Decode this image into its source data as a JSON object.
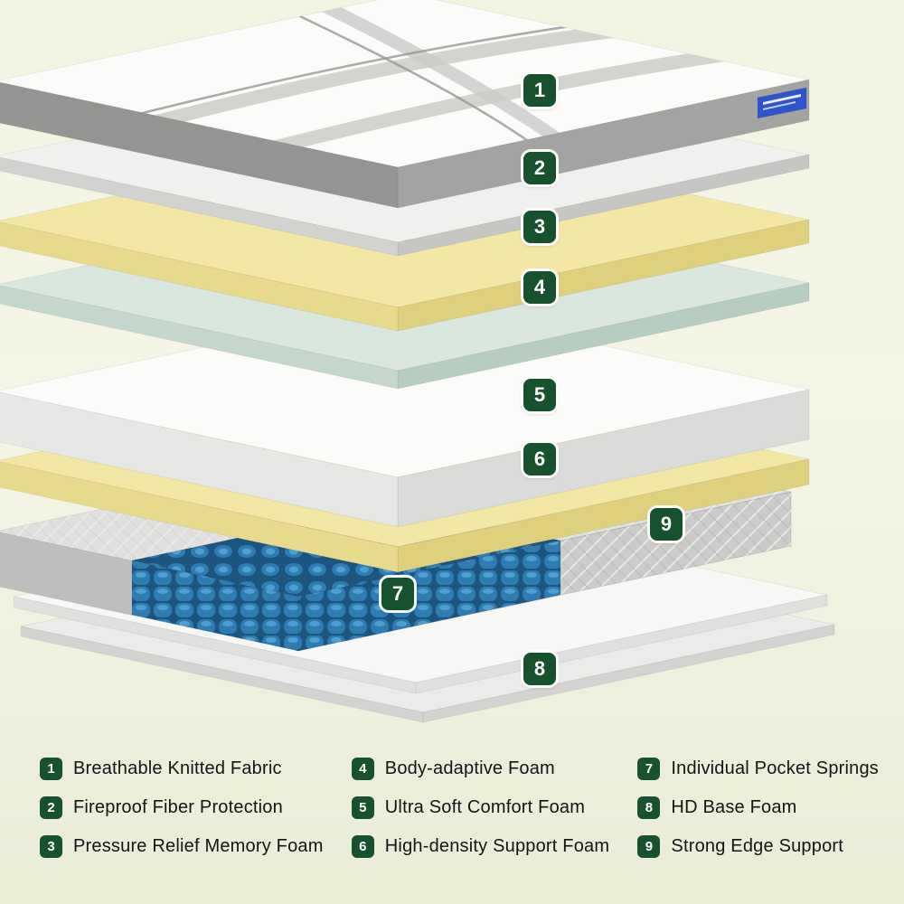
{
  "colors": {
    "background_top": "#f3f3e2",
    "background_bottom": "#e9ecd7",
    "badge_green": "#17522f",
    "badge_text": "#ffffff",
    "legend_text": "#141414",
    "fabric_top": "#fbfbf9",
    "fabric_band": "#a3a3a1",
    "fabric_band_dark": "#949492",
    "stripe_gray": "#cbcbc9",
    "tag_blue": "#2f55cd",
    "liner_top": "#f0f0ee",
    "liner_side": "#d2d2d0",
    "liner_side_dark": "#c6c6c4",
    "foam_yellow_top": "#f2e7a4",
    "foam_yellow_side": "#e8da8c",
    "foam_yellow_side_dark": "#dfd07e",
    "foam_mint_top": "#d9e7df",
    "foam_mint_side": "#c5d7cd",
    "foam_mint_side_dark": "#b8cdc2",
    "foam_white_top": "#fbfbf9",
    "foam_white_side": "#e7e7e5",
    "foam_white_side_dark": "#dbdbd9",
    "spring_fabric_top": "#e0e0de",
    "spring_fabric_side": "#cbcbc9",
    "spring_fabric_side_dark": "#bebebc",
    "spring_blue": "#2e7cb2",
    "spring_blue_dark": "#1c5680",
    "spring_blue_light": "#4e9fd1",
    "base_top": "#f7f7f5",
    "base_side": "#e0e0de",
    "base2_top": "#ebebe9",
    "base2_side": "#d3d3d1"
  },
  "legend": {
    "items": [
      {
        "num": "1",
        "label": "Breathable Knitted Fabric"
      },
      {
        "num": "2",
        "label": "Fireproof Fiber Protection"
      },
      {
        "num": "3",
        "label": "Pressure Relief Memory Foam"
      },
      {
        "num": "4",
        "label": "Body-adaptive Foam"
      },
      {
        "num": "5",
        "label": "Ultra Soft Comfort Foam"
      },
      {
        "num": "6",
        "label": "High-density Support Foam"
      },
      {
        "num": "7",
        "label": "Individual Pocket Springs"
      },
      {
        "num": "8",
        "label": "HD Base Foam"
      },
      {
        "num": "9",
        "label": "Strong Edge Support"
      }
    ]
  }
}
